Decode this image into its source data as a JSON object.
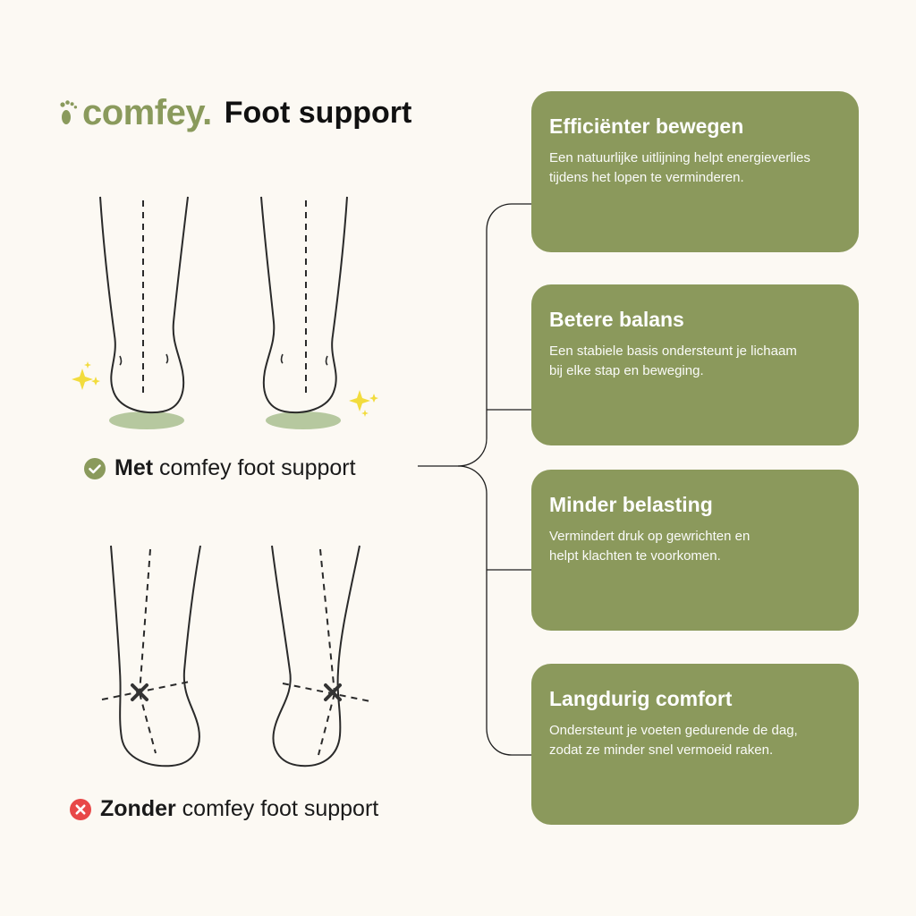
{
  "brand": {
    "logo_text": "comfey.",
    "title": "Foot support",
    "accent_color": "#8b995c",
    "logo_icon": "footprint-icon"
  },
  "with_support": {
    "label_bold": "Met",
    "label_rest": "comfey foot support",
    "icon": "check-circle-icon",
    "icon_color": "#8a9a5c"
  },
  "without_support": {
    "label_bold": "Zonder",
    "label_rest": "comfey foot support",
    "icon": "x-circle-icon",
    "icon_color": "#e84848"
  },
  "cards": [
    {
      "title": "Efficiënter bewegen",
      "text_line1": "Een natuurlijke uitlijning helpt energieverlies",
      "text_line2": "tijdens het lopen te verminderen."
    },
    {
      "title": "Betere balans",
      "text_line1": "Een stabiele basis ondersteunt je lichaam",
      "text_line2": "bij elke stap en beweging."
    },
    {
      "title": "Minder belasting",
      "text_line1": "Vermindert druk op gewrichten en",
      "text_line2": "helpt klachten te voorkomen."
    },
    {
      "title": "Langdurig comfort",
      "text_line1": "Ondersteunt je voeten gedurende de dag,",
      "text_line2": "zodat ze minder snel vermoeid raken."
    }
  ]
}
